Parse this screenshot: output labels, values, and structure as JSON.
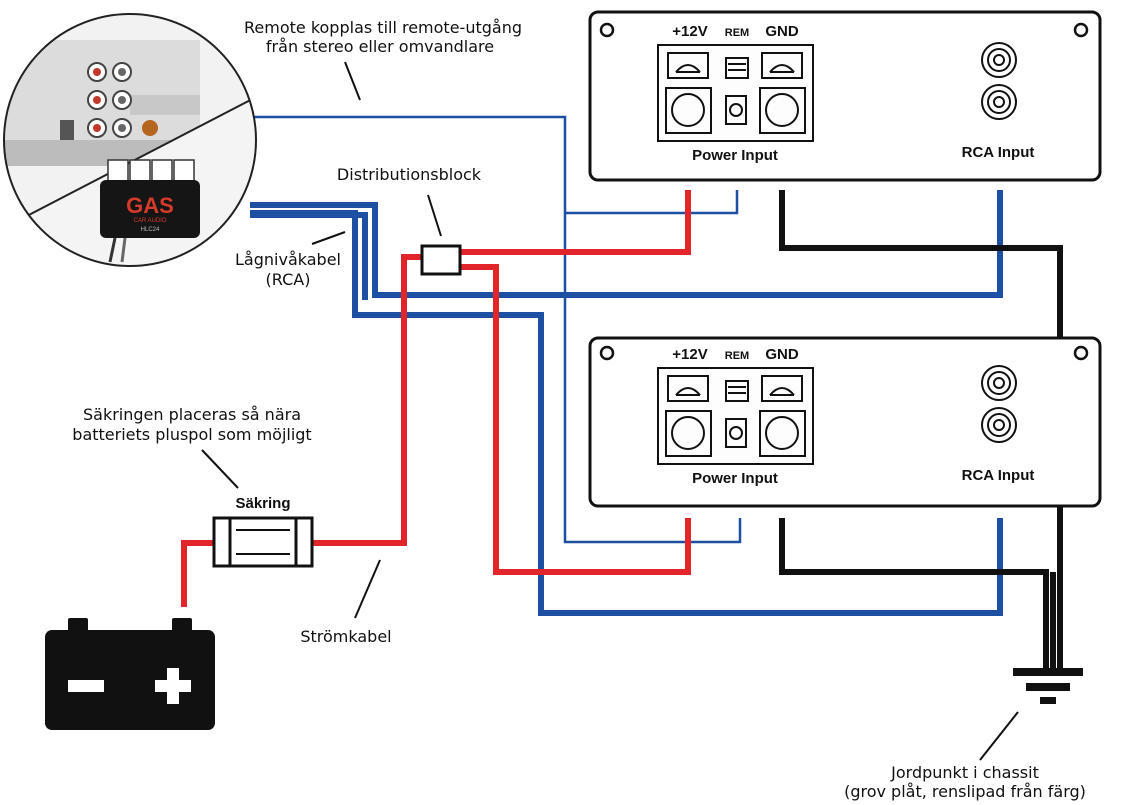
{
  "amplifier_top": {
    "terminals": {
      "plus12v": "+12V",
      "rem": "REM",
      "gnd": "GND"
    },
    "power_input_label": "Power Input",
    "rca_input_label": "RCA Input"
  },
  "amplifier_bottom": {
    "terminals": {
      "plus12v": "+12V",
      "rem": "REM",
      "gnd": "GND"
    },
    "power_input_label": "Power Input",
    "rca_input_label": "RCA Input"
  },
  "annotations": {
    "remote_line1": "Remote kopplas till remote-utgång",
    "remote_line2": "från stereo eller omvandlare",
    "distribution_block": "Distributionsblock",
    "low_level_line1": "Lågnivåkabel",
    "low_level_line2": "(RCA)",
    "fuse_note_line1": "Säkringen placeras så nära",
    "fuse_note_line2": "batteriets pluspol som möjligt",
    "fuse_label": "Säkring",
    "power_cable": "Strömkabel",
    "ground_line1": "Jordpunkt i chassit",
    "ground_line2": "(grov plåt, renslipad från färg)"
  },
  "converter": {
    "brand": "GAS",
    "subtitle": "CAR AUDIO",
    "model": "HLC24"
  },
  "colors": {
    "power_wire": "#e2252b",
    "rca_wire": "#1d4fa3",
    "remote_wire": "#1d4fa3",
    "ground_wire": "#111111"
  },
  "icons": {
    "battery": "battery-icon",
    "ground": "ground-symbol-icon",
    "fuse": "fuse-icon"
  }
}
